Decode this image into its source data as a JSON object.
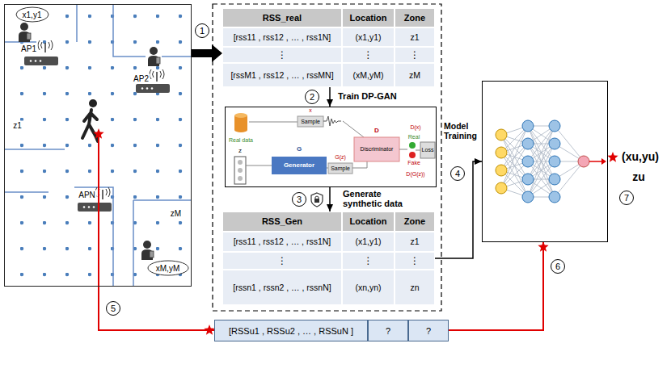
{
  "diagram": {
    "nodes": [
      {
        "text": [
          "x1,y1",
          "AP1",
          "AP2",
          "z1",
          "APN",
          "zM",
          "xM,yM"
        ]
      },
      {
        "text": [
          "RSS_real",
          "Location",
          "Zone",
          "[rss11 , rss12 , … , rss1N]",
          "(x1,y1)",
          "z1",
          "⋮",
          "⋮",
          "⋮",
          "[rssM1 , rss12 , … , rssMN]",
          "(xM,yM)",
          "zM"
        ]
      },
      {
        "text": [
          "Real data",
          "Sample",
          "x",
          "G",
          "z",
          "Generator",
          "G(z)",
          "Sample",
          "D",
          "Discriminator",
          "D(x)",
          "Real",
          "Fake",
          "D(G(z))",
          "Loss"
        ]
      },
      {
        "text": [
          "RSS_Gen",
          "Location",
          "Zone",
          "[rss11 , rss12 , … , rss1N]",
          "(x1,y1)",
          "z1",
          "⋮",
          "⋮",
          "⋮",
          "[rssn1 , rssn2 , … , rssnN]",
          "(xn,yn)",
          "zn"
        ]
      },
      {
        "text": [
          "(xu,yu)",
          "zu"
        ]
      },
      {
        "text": [
          "[RSSu1 , RSSu2 , … , RSSuN ]",
          "?",
          "?"
        ]
      }
    ],
    "edges": [
      {
        "from": 0,
        "to": 1,
        "arrow": "to"
      },
      {
        "from": 1,
        "to": 2,
        "label": "Train DP-GAN",
        "arrow": "to"
      },
      {
        "from": 2,
        "to": 3,
        "label": "Generate synthetic data",
        "arrow": "to"
      },
      {
        "from": 3,
        "to": 4,
        "label": "Model Training",
        "arrow": "to"
      },
      {
        "from": 0,
        "to": 5,
        "arrow": "none"
      },
      {
        "from": 5,
        "to": 4,
        "arrow": "none"
      }
    ],
    "labels": [
      "1",
      "2",
      "3",
      "4",
      "5",
      "6",
      "7"
    ]
  }
}
